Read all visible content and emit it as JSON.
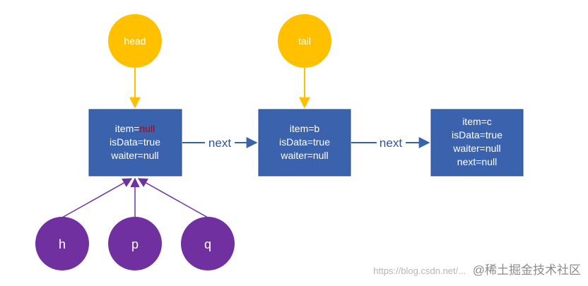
{
  "colors": {
    "node_fill": "#3b62ad",
    "node_stroke": "#2e4f8f",
    "pointer_yellow": "#ffc000",
    "ref_purple": "#7030a0",
    "null_red": "#c00000",
    "edge_blue": "#3b62ad"
  },
  "pointers": {
    "head": "head",
    "tail": "tail"
  },
  "nodes": {
    "n1": {
      "item_key": "item=",
      "item_val": "null",
      "isData": "isData=true",
      "waiter": "waiter=null"
    },
    "n2": {
      "item": "item=b",
      "isData": "isData=true",
      "waiter": "waiter=null"
    },
    "n3": {
      "item": "item=c",
      "isData": "isData=true",
      "waiter": "waiter=null",
      "next": "next=null"
    }
  },
  "edges": {
    "e1": "next",
    "e2": "next"
  },
  "refs": {
    "h": "h",
    "p": "p",
    "q": "q"
  },
  "watermark": {
    "url": "https://blog.csdn.net/...",
    "brand": "@稀土掘金技术社区"
  }
}
